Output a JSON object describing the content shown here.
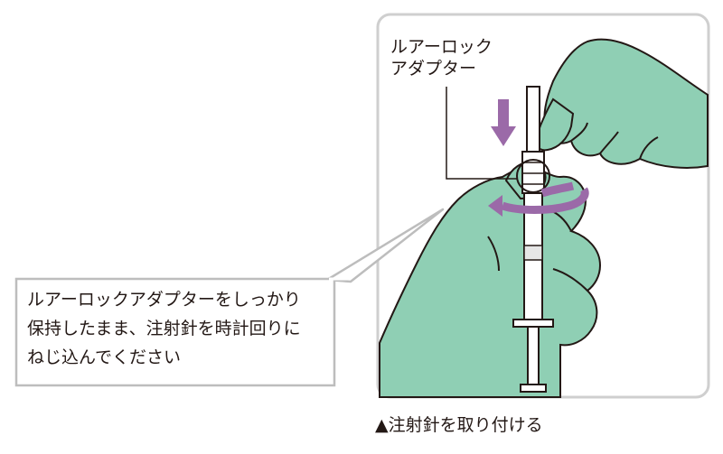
{
  "labels": {
    "luer_lock_adapter": [
      "ルアーロック",
      "アダプター"
    ]
  },
  "instruction": {
    "lines": [
      "ルアーロックアダプターをしっかり",
      "保持したまま、注射針を時計回りに",
      "ねじ込んでください"
    ]
  },
  "caption": "▲注射針を取り付ける",
  "colors": {
    "glove": "#8fcfb4",
    "outline": "#231815",
    "arrow": "#9b6aa8",
    "panel_border": "#cfcfcf",
    "callout_border": "#bdbdbd"
  },
  "icons": {
    "push_arrow": "down-arrow-icon",
    "rotate_arrow": "clockwise-arrow-icon"
  }
}
